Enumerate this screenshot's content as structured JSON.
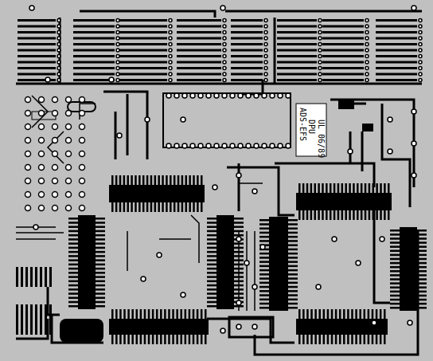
{
  "diagram": {
    "labels": [
      "ADS-EFS",
      "DPU",
      "UL 06/89"
    ]
  }
}
